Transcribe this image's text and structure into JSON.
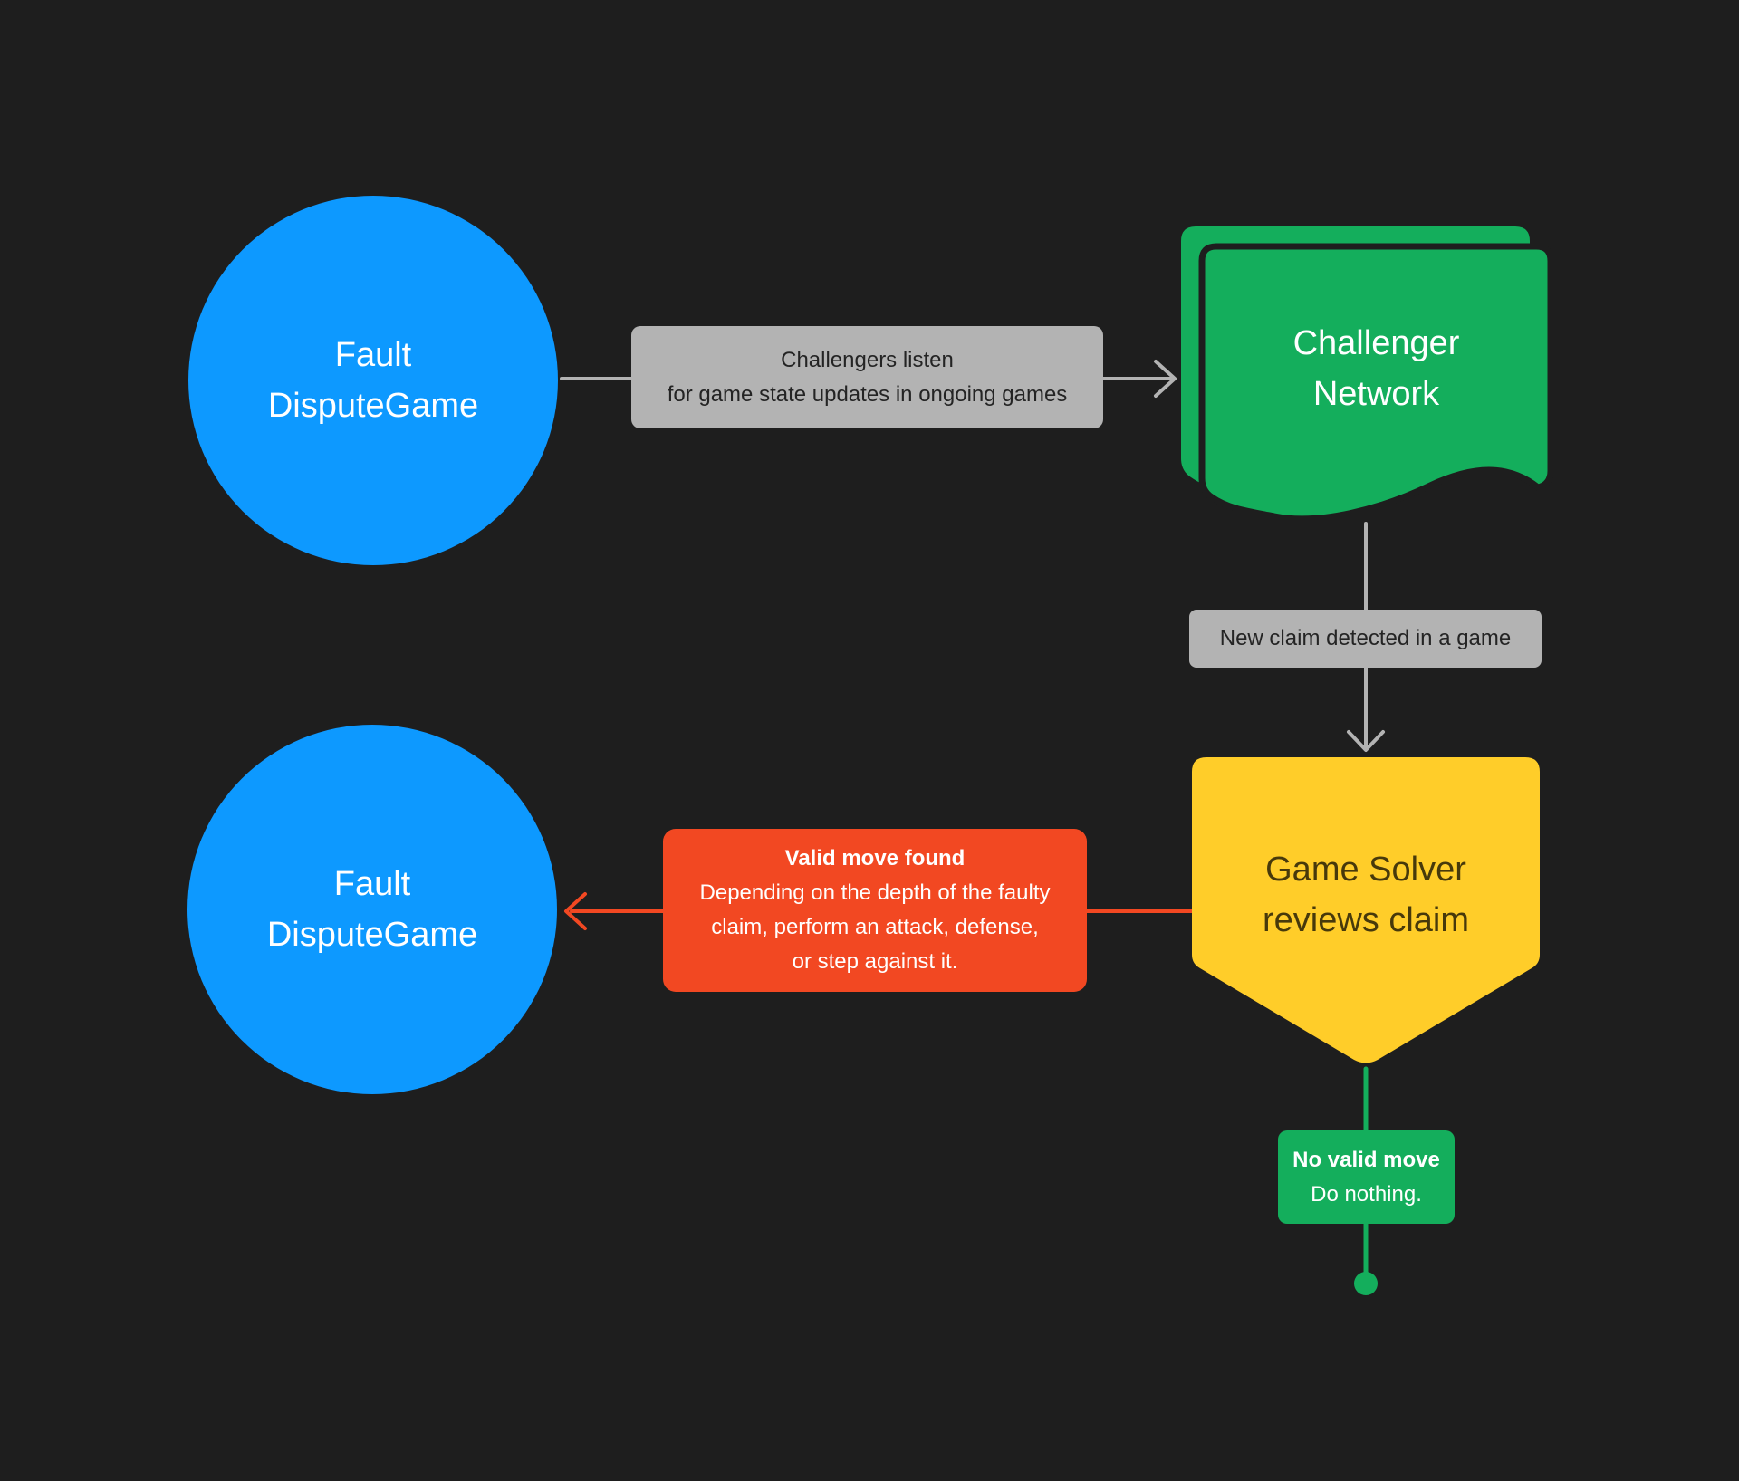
{
  "colors": {
    "background": "#1E1E1E",
    "node_blue": "#0D99FF",
    "node_green": "#14AE5C",
    "node_yellow": "#FFCD29",
    "accent_red": "#F24822",
    "label_gray": "#B3B3B3",
    "connector_gray": "#B3B3B3",
    "text_on_dark": "#FFFFFF",
    "text_on_light": "#242424"
  },
  "nodes": {
    "fault_top": {
      "line1": "Fault",
      "line2": "DisputeGame"
    },
    "challenger_network": {
      "line1": "Challenger",
      "line2": "Network"
    },
    "game_solver": {
      "line1": "Game Solver",
      "line2": "reviews claim"
    },
    "fault_bottom": {
      "line1": "Fault",
      "line2": "DisputeGame"
    }
  },
  "labels": {
    "challengers_listen": {
      "line1": "Challengers listen",
      "line2": "for game state updates in ongoing games"
    },
    "new_claim": {
      "text": "New claim detected in a game"
    },
    "valid_move": {
      "title": "Valid move found",
      "line1": "Depending on the depth of the faulty",
      "line2": "claim, perform an attack, defense,",
      "line3": "or step against it."
    },
    "no_valid_move": {
      "title": "No valid move",
      "body": "Do nothing."
    }
  }
}
